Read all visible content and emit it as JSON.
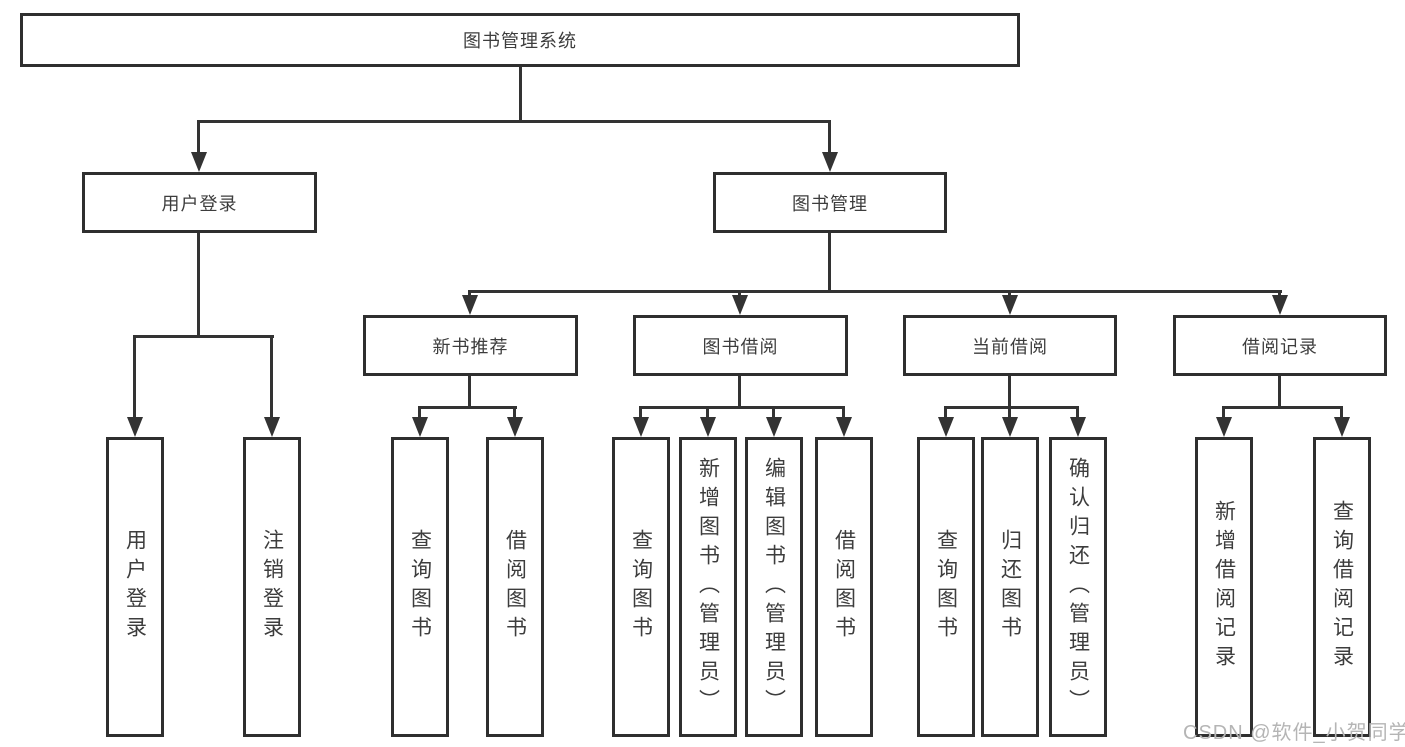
{
  "diagram": {
    "title": "图书管理系统",
    "root": {
      "label": "图书管理系统"
    },
    "level2": [
      {
        "label": "用户登录"
      },
      {
        "label": "图书管理"
      }
    ],
    "level3": [
      {
        "label": "新书推荐"
      },
      {
        "label": "图书借阅"
      },
      {
        "label": "当前借阅"
      },
      {
        "label": "借阅记录"
      }
    ],
    "leaves": [
      {
        "parent": "用户登录",
        "label": "用户登录"
      },
      {
        "parent": "用户登录",
        "label": "注销登录"
      },
      {
        "parent": "新书推荐",
        "label": "查询图书"
      },
      {
        "parent": "新书推荐",
        "label": "借阅图书"
      },
      {
        "parent": "图书借阅",
        "label": "查询图书"
      },
      {
        "parent": "图书借阅",
        "label": "新增图书（管理员）"
      },
      {
        "parent": "图书借阅",
        "label": "编辑图书（管理员）"
      },
      {
        "parent": "图书借阅",
        "label": "借阅图书"
      },
      {
        "parent": "当前借阅",
        "label": "查询图书"
      },
      {
        "parent": "当前借阅",
        "label": "归还图书"
      },
      {
        "parent": "当前借阅",
        "label": "确认归还（管理员）"
      },
      {
        "parent": "借阅记录",
        "label": "新增借阅记录"
      },
      {
        "parent": "借阅记录",
        "label": "查询借阅记录"
      }
    ]
  },
  "watermark": {
    "text": "CSDN @软件_小贺同学"
  },
  "colors": {
    "line": "#333333",
    "border": "#2f2f2f",
    "text": "#3d3d3d",
    "watermark": "#b5b5b5",
    "background": "#ffffff"
  }
}
